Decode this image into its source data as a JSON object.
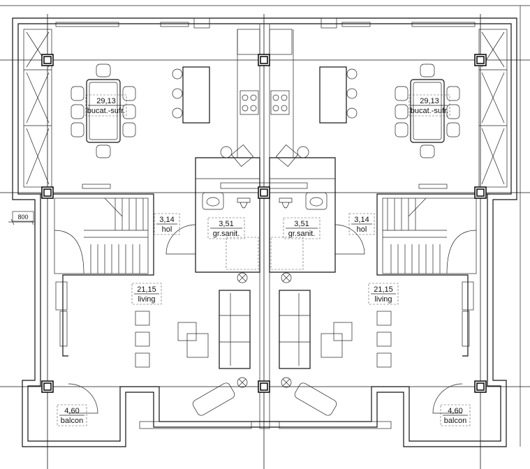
{
  "drawing": {
    "rooms": [
      {
        "id": "kitchen-left",
        "area": "29,13",
        "name": "bucat.-sufr."
      },
      {
        "id": "kitchen-right",
        "area": "29,13",
        "name": "bucat.-sufr."
      },
      {
        "id": "hall-left",
        "area": "3,14",
        "name": "hol"
      },
      {
        "id": "hall-right",
        "area": "3,14",
        "name": "hol"
      },
      {
        "id": "bath-left",
        "area": "3,51",
        "name": "gr.sanit."
      },
      {
        "id": "bath-right",
        "area": "3,51",
        "name": "gr.sanit."
      },
      {
        "id": "living-left",
        "area": "21,15",
        "name": "living"
      },
      {
        "id": "living-right",
        "area": "21,15",
        "name": "living"
      },
      {
        "id": "balcony-left",
        "area": "4,60",
        "name": "balcon"
      },
      {
        "id": "balcony-right",
        "area": "4,60",
        "name": "balcon"
      }
    ],
    "dimension": "800"
  }
}
